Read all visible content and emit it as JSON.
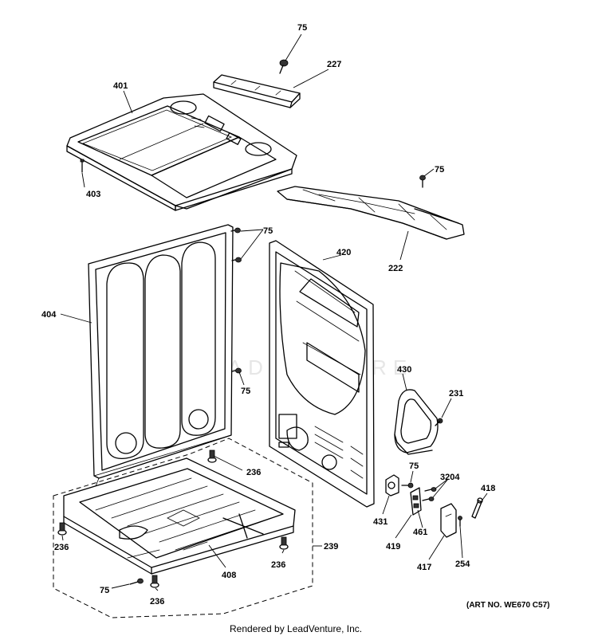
{
  "watermark": "LEADVENTURE",
  "callouts": {
    "c75_top": "75",
    "c227": "227",
    "c401": "401",
    "c403": "403",
    "c75_b": "75",
    "c222": "222",
    "c75_c": "75",
    "c420": "420",
    "c404": "404",
    "c75_d": "75",
    "c430": "430",
    "c231": "231",
    "c236_a": "236",
    "c75_e": "75",
    "c3204": "3204",
    "c418": "418",
    "c431": "431",
    "c461": "461",
    "c236_b": "236",
    "c239": "239",
    "c236_c": "236",
    "c419": "419",
    "c417": "417",
    "c254": "254",
    "c408": "408",
    "c75_f": "75",
    "c236_d": "236"
  },
  "art_number": "(ART NO. WE670 C57)",
  "footer": "Rendered by LeadVenture, Inc."
}
